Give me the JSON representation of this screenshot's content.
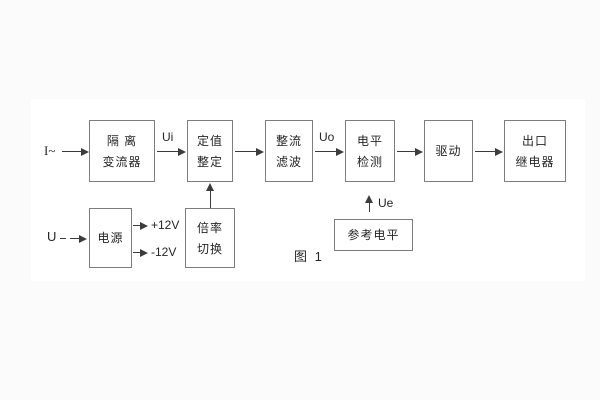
{
  "figure": {
    "caption": "图 1",
    "inputs": {
      "current": "I~",
      "voltage": "U"
    },
    "signals": {
      "ui": "Ui",
      "uo": "Uo",
      "ue": "Ue",
      "plus_rail": "+12V",
      "minus_rail": "-12V"
    },
    "blocks": {
      "isolation": {
        "line1": "隔 离",
        "line2": "变流器"
      },
      "setting": {
        "line1": "定值",
        "line2": "整定"
      },
      "rectifier": {
        "line1": "整流",
        "line2": "滤波"
      },
      "level_detect": {
        "line1": "电平",
        "line2": "检测"
      },
      "drive": {
        "label": "驱动"
      },
      "output_relay": {
        "line1": "出口",
        "line2": "继电器"
      },
      "power": {
        "label": "电源"
      },
      "ratio_switch": {
        "line1": "倍率",
        "line2": "切换"
      },
      "reference": {
        "label": "参考电平"
      }
    },
    "colors": {
      "line": "#3c3c3c",
      "box_border": "#7d7d7d",
      "text": "#262626",
      "panel_bg": "#ffffff",
      "page_bg": "#fbfbfb"
    }
  }
}
